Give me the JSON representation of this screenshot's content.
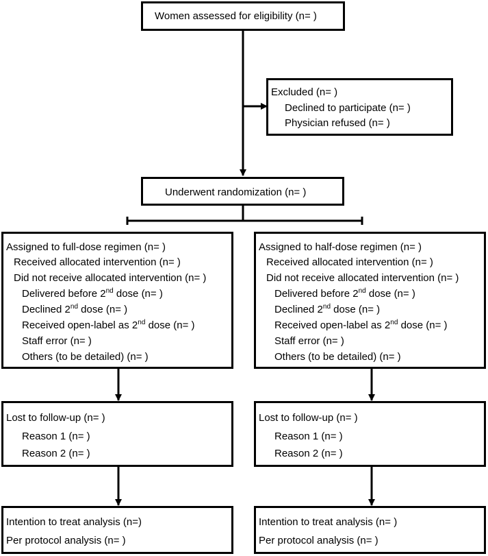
{
  "eligibility": {
    "text": "Women assessed for eligibility (n=  )"
  },
  "excluded": {
    "title": "Excluded  (n=  )",
    "items": [
      "Declined to participate (n=  )",
      "Physician refused (n=  )"
    ]
  },
  "randomization": {
    "text": "Underwent randomization (n=  )"
  },
  "left_arm": {
    "assigned": "Assigned to full-dose regimen (n=  )",
    "received": "Received allocated intervention (n=  )",
    "not_received": "Did not receive allocated intervention (n=  )",
    "delivered_pre": "Delivered before 2",
    "delivered_sup": "nd",
    "delivered_post": " dose (n=  )",
    "declined_pre": "Declined 2",
    "declined_sup": "nd",
    "declined_post": " dose (n=  )",
    "openlabel_pre": "Received open-label as 2",
    "openlabel_sup": "nd",
    "openlabel_post": " dose (n=  )",
    "staff_error": "Staff error (n=  )",
    "others": "Others (to be detailed) (n=  )",
    "lost": "Lost to follow-up  (n=  )",
    "reason1": "Reason 1  (n=  )",
    "reason2": "Reason 2  (n=  )",
    "itt": "Intention to treat analysis  (n=)",
    "pp": "Per protocol analysis  (n=  )"
  },
  "right_arm": {
    "assigned": "Assigned to half-dose regimen (n=  )",
    "received": "Received allocated intervention (n=  )",
    "not_received": "Did not receive allocated intervention (n=  )",
    "delivered_pre": "Delivered before 2",
    "delivered_sup": "nd",
    "delivered_post": " dose (n=  )",
    "declined_pre": "Declined 2",
    "declined_sup": "nd",
    "declined_post": " dose (n=  )",
    "openlabel_pre": "Received open-label as 2",
    "openlabel_sup": "nd",
    "openlabel_post": " dose (n=  )",
    "staff_error": "Staff error (n=  )",
    "others": "Others (to be detailed) (n=  )",
    "lost": "Lost to follow-up  (n=  )",
    "reason1": "Reason 1  (n=  )",
    "reason2": "Reason 2  (n=  )",
    "itt": "Intention to treat analysis  (n=  )",
    "pp": "Per protocol analysis  (n=  )"
  }
}
